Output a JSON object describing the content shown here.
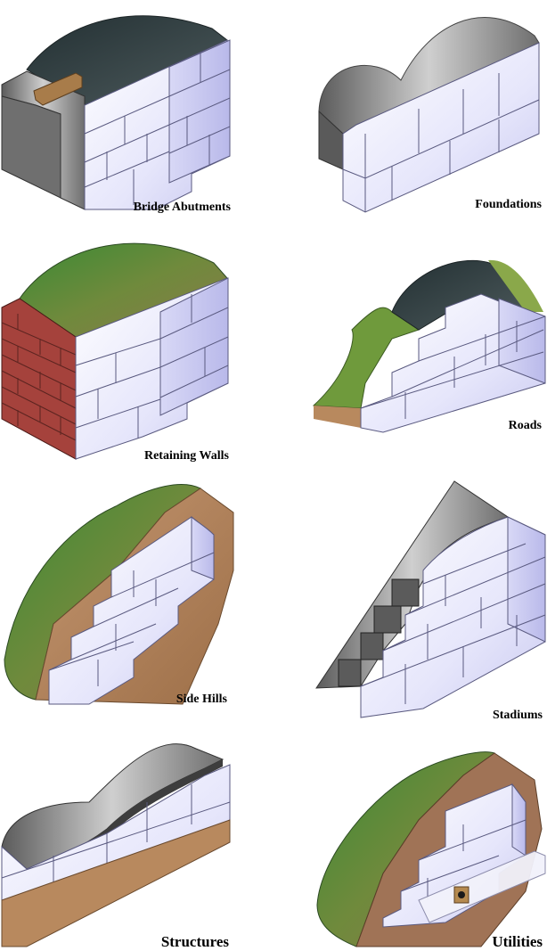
{
  "panels": [
    {
      "id": "bridge",
      "label": "Bridge Abutments"
    },
    {
      "id": "foundations",
      "label": "Foundations"
    },
    {
      "id": "retaining",
      "label": "Retaining Walls"
    },
    {
      "id": "roads",
      "label": "Roads"
    },
    {
      "id": "sidehills",
      "label": "Side Hills"
    },
    {
      "id": "stadiums",
      "label": "Stadiums"
    },
    {
      "id": "structures",
      "label": "Structures"
    },
    {
      "id": "utilities",
      "label": "Utilities"
    }
  ],
  "colors": {
    "block_top": "#f4f4ff",
    "block_front": "#e3e3fb",
    "block_side": "#c9c9ef",
    "block_edge": "#5a5a80",
    "grass": "#3f8a36",
    "grass_light": "#8aa84a",
    "soil": "#b7875c",
    "soil_dark": "#8c6342",
    "brick": "#a5423c",
    "asphalt": "#2f3b3d",
    "concrete": "#7f7f7f",
    "concrete_dark": "#4f4f4f",
    "timber": "#a87c4a"
  }
}
